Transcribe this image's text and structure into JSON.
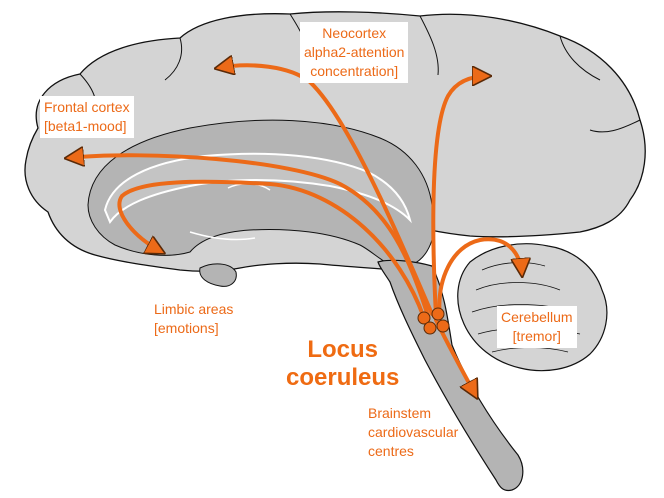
{
  "colors": {
    "arrow": "#ec6a18",
    "arrow_outline": "#5a2a08",
    "label": "#ec6a18",
    "brain_outer": "#d4d4d4",
    "brain_inner": "#b4b4b4",
    "outline": "#111111"
  },
  "labels": {
    "neocortex": [
      "Neocortex",
      "alpha2-attention",
      "concentration]"
    ],
    "frontal": [
      "Frontal cortex",
      "[beta1-mood]"
    ],
    "limbic": [
      "Limbic areas",
      "[emotions]"
    ],
    "locus": [
      "Locus",
      "coeruleus"
    ],
    "cerebellum": [
      "Cerebellum",
      "[tremor]"
    ],
    "brainstem": [
      "Brainstem",
      "cardiovascular",
      "centres"
    ]
  }
}
